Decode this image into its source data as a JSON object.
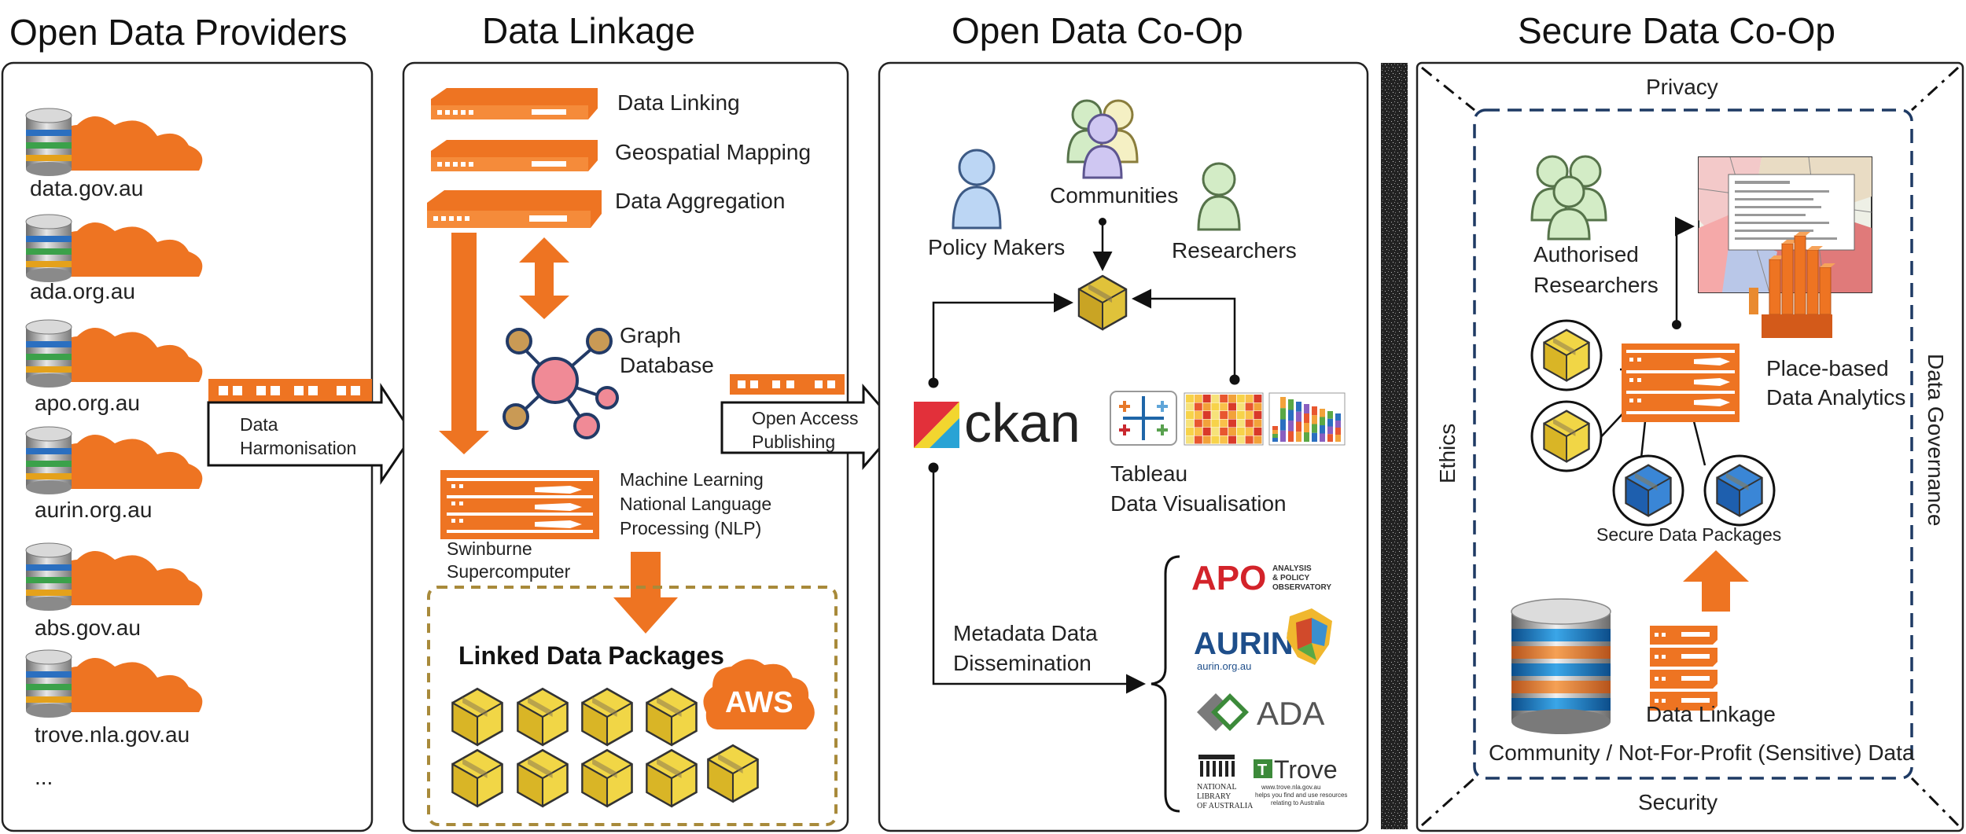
{
  "headings": {
    "providers": "Open Data Providers",
    "linkage": "Data Linkage",
    "opendata": "Open Data Co-Op",
    "secure": "Secure Data Co-Op"
  },
  "providers": [
    {
      "label": "data.gov.au"
    },
    {
      "label": "ada.org.au"
    },
    {
      "label": "apo.org.au"
    },
    {
      "label": "aurin.org.au"
    },
    {
      "label": "abs.gov.au"
    },
    {
      "label": "trove.nla.gov.au"
    }
  ],
  "providers_more": "...",
  "harmonisation": {
    "line1": "Data",
    "line2": "Harmonisation"
  },
  "linkage": {
    "servers": [
      "Data Linking",
      "Geospatial Mapping",
      "Data Aggregation"
    ],
    "graph": {
      "line1": "Graph",
      "line2": "Database"
    },
    "ml": {
      "line1": "Machine Learning",
      "line2": "National Language",
      "line3": "Processing (NLP)"
    },
    "super": {
      "line1": "Swinburne",
      "line2": "Supercomputer"
    },
    "packages_title": "Linked Data Packages",
    "aws": "AWS"
  },
  "publishing": {
    "line1": "Open Access",
    "line2": "Publishing"
  },
  "opendata": {
    "policy": "Policy Makers",
    "communities": "Communities",
    "researchers": "Researchers",
    "ckan": "ckan",
    "tableau": {
      "line1": "Tableau",
      "line2": "Data Visualisation"
    },
    "metadata": {
      "line1": "Metadata Data",
      "line2": "Dissemination"
    },
    "logos": {
      "apo": "APO",
      "apo_sub1": "ANALYSIS",
      "apo_sub2": "& POLICY",
      "apo_sub3": "OBSERVATORY",
      "aurin": "AURIN",
      "aurin_sub": "aurin.org.au",
      "ada": "ADA",
      "nla1": "NATIONAL",
      "nla2": "LIBRARY",
      "nla3": "OF AUSTRALIA",
      "trove": "Trove",
      "trove_sub1": "www.trove.nla.gov.au",
      "trove_sub2": "helps you find and use resources",
      "trove_sub3": "relating to Australia"
    }
  },
  "secure": {
    "privacy": "Privacy",
    "security": "Security",
    "ethics": "Ethics",
    "governance": "Data Governance",
    "researchers": {
      "line1": "Authorised",
      "line2": "Researchers"
    },
    "analytics": {
      "line1": "Place-based",
      "line2": "Data Analytics"
    },
    "packages": "Secure Data Packages",
    "data_linkage": "Data Linkage",
    "community": "Community / Not-For-Profit (Sensitive) Data"
  },
  "colors": {
    "orange": "#ee7422",
    "gold": "#d9b526",
    "blue_pkg": "#1e5fae",
    "navy": "#1e3a64"
  }
}
